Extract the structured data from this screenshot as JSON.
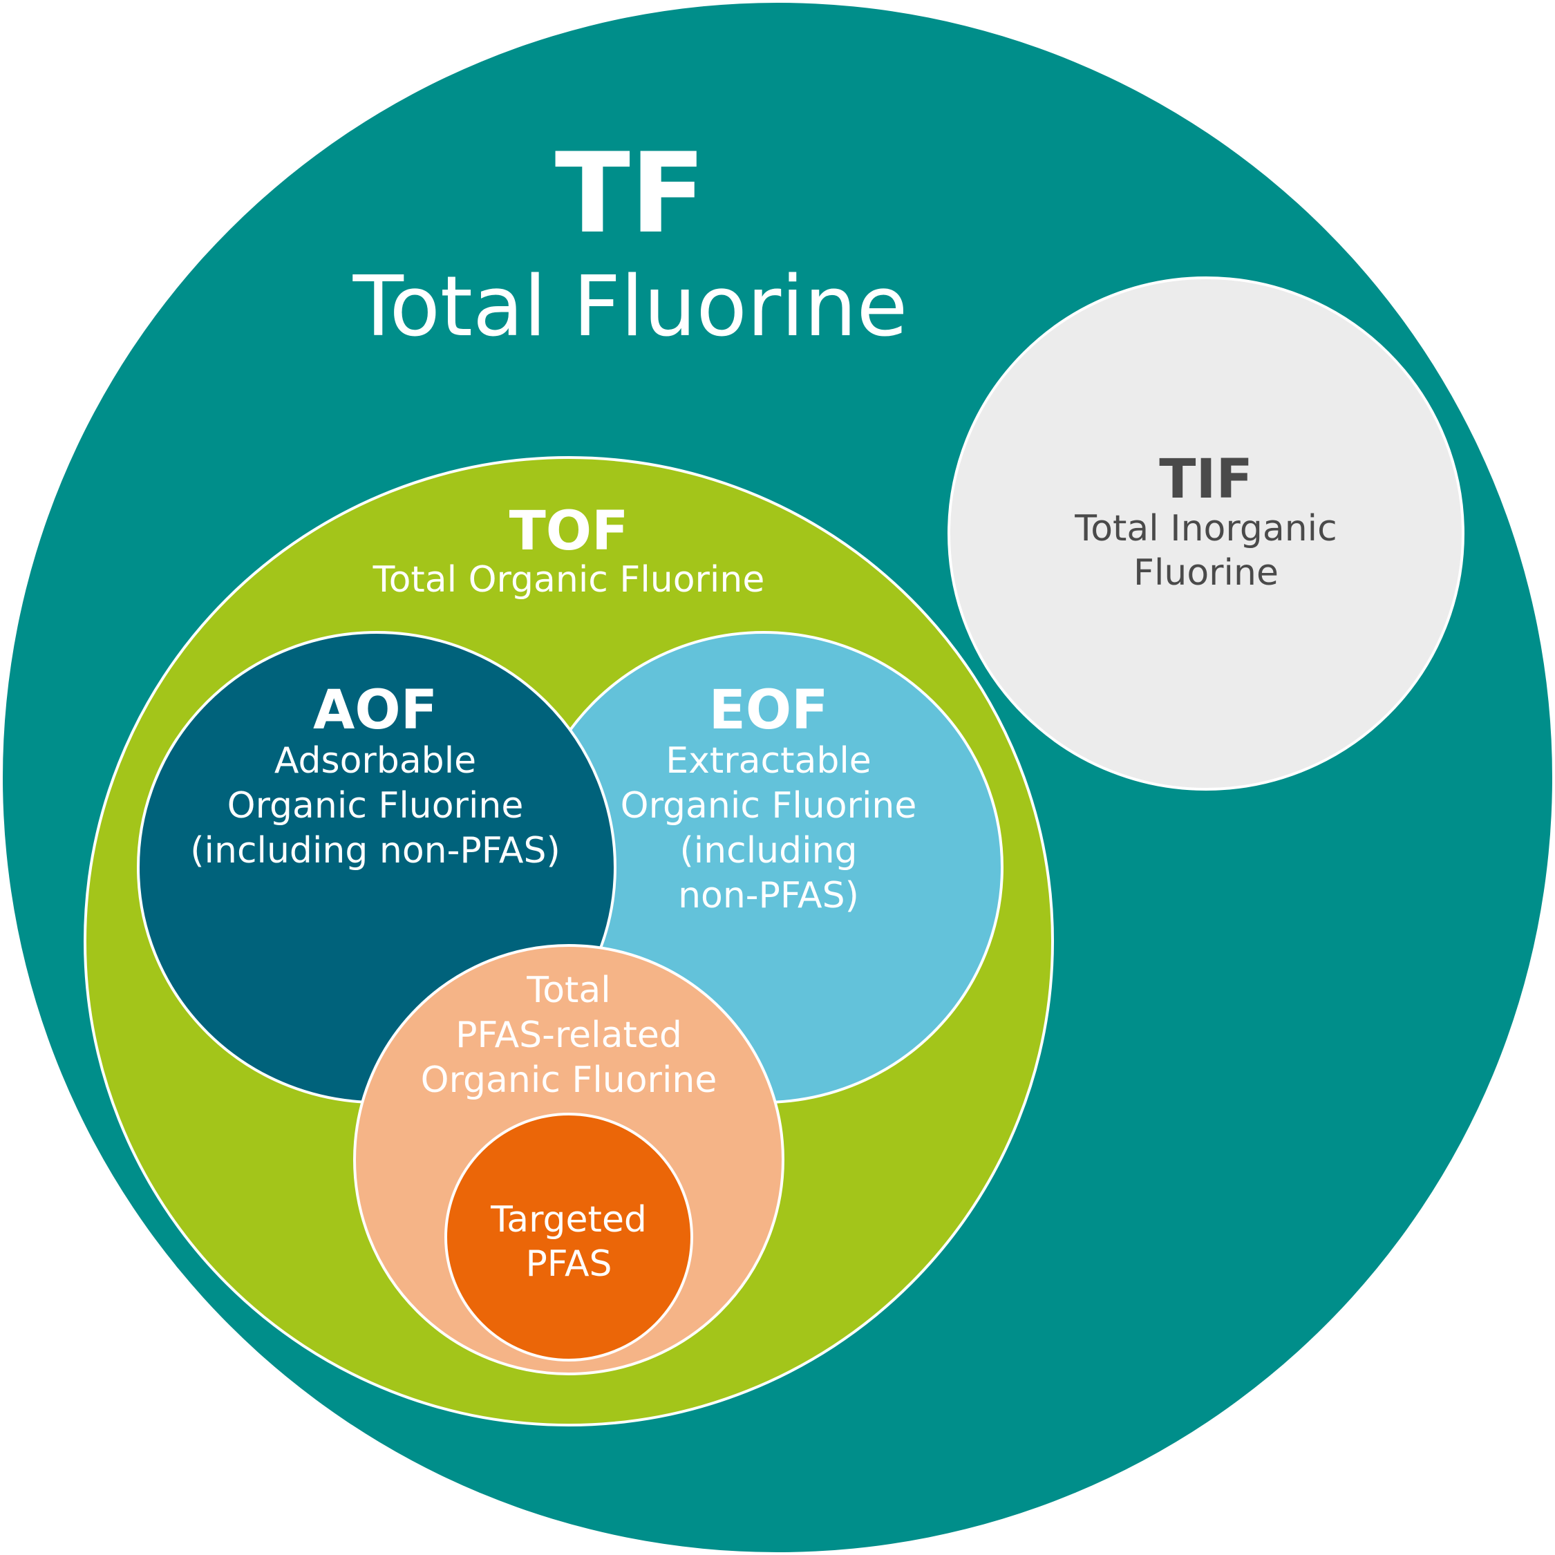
{
  "tf": {
    "abbr": "TF",
    "name": "Total Fluorine",
    "color": "#008e8a"
  },
  "tif": {
    "abbr": "TIF",
    "name_line1": "Total Inorganic",
    "name_line2": "Fluorine",
    "color": "#ececec",
    "text_color": "#4a4a4a"
  },
  "tof": {
    "abbr": "TOF",
    "name": "Total Organic Fluorine",
    "color": "#a3c51a"
  },
  "aof": {
    "abbr": "AOF",
    "line1": "Adsorbable",
    "line2": "Organic Fluorine",
    "line3": "(including non-PFAS)",
    "color": "#00627b"
  },
  "eof": {
    "abbr": "EOF",
    "line1": "Extractable",
    "line2": "Organic Fluorine",
    "line3": "(including",
    "line4": "non-PFAS)",
    "color": "#63c2da"
  },
  "pfas_related": {
    "line1": "Total",
    "line2": "PFAS-related",
    "line3": "Organic Fluorine",
    "color": "#f5b487"
  },
  "targeted": {
    "line1": "Targeted",
    "line2": "PFAS",
    "color": "#eb6608"
  },
  "text_color_light": "#ffffff"
}
